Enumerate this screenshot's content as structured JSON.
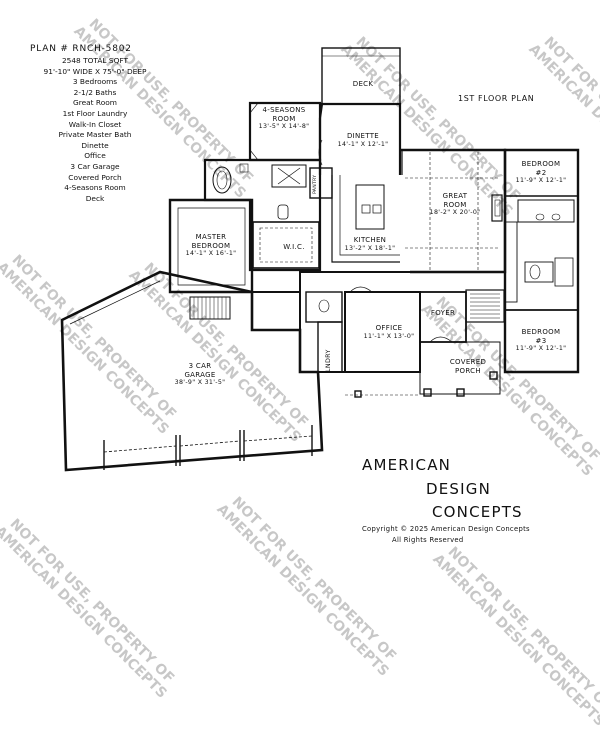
{
  "plan": {
    "plan_number": "PLAN # RNCH-5802",
    "specs": [
      "2548 TOTAL SQFT",
      "91'-10\" WIDE X 75'-0\" DEEP",
      "3 Bedrooms",
      "2-1/2 Baths",
      "Great Room",
      "1st Floor Laundry",
      "Walk-In Closet",
      "Private Master Bath",
      "Dinette",
      "Office",
      "3 Car Garage",
      "Covered Porch",
      "4-Seasons Room",
      "Deck"
    ],
    "floor_label": "1ST FLOOR PLAN"
  },
  "rooms": {
    "deck": "DECK",
    "seasons_name_1": "4-SEASONS",
    "seasons_name_2": "ROOM",
    "seasons_dim": "13'-5\" X 14'-8\"",
    "dinette_name": "DINETTE",
    "dinette_dim": "14'-1\" X 12'-1\"",
    "pantry": "PANTRY",
    "great_name_1": "GREAT",
    "great_name_2": "ROOM",
    "great_dim": "18'-2\" X 20'-0\"",
    "kitchen_name": "KITCHEN",
    "kitchen_dim": "13'-2\" X 18'-1\"",
    "master_name_1": "MASTER",
    "master_name_2": "BEDROOM",
    "master_dim": "14'-1\" X 16'-1\"",
    "wic": "W.I.C.",
    "bed2_name": "BEDROOM",
    "bed2_num": "#2",
    "bed2_dim": "11'-9\" X 12'-1\"",
    "bed3_name": "BEDROOM",
    "bed3_num": "#3",
    "bed3_dim": "11'-9\" X 12'-1\"",
    "foyer": "FOYER",
    "office_name": "OFFICE",
    "office_dim": "11'-1\" X 13'-0\"",
    "laundry": "LNDRY",
    "porch_name_1": "COVERED",
    "porch_name_2": "PORCH",
    "garage_name_1": "3 CAR",
    "garage_name_2": "GARAGE",
    "garage_dim": "38'-9\" X 31'-5\""
  },
  "brand": {
    "line1": "AMERICAN",
    "line2": "DESIGN",
    "line3": "CONCEPTS",
    "copyright": "Copyright © 2025 American Design Concepts",
    "rights": "All Rights Reserved"
  },
  "watermark": {
    "line1": "NOT FOR USE, PROPERTY OF",
    "line2": "AMERICAN DESIGN CONCEPTS"
  }
}
